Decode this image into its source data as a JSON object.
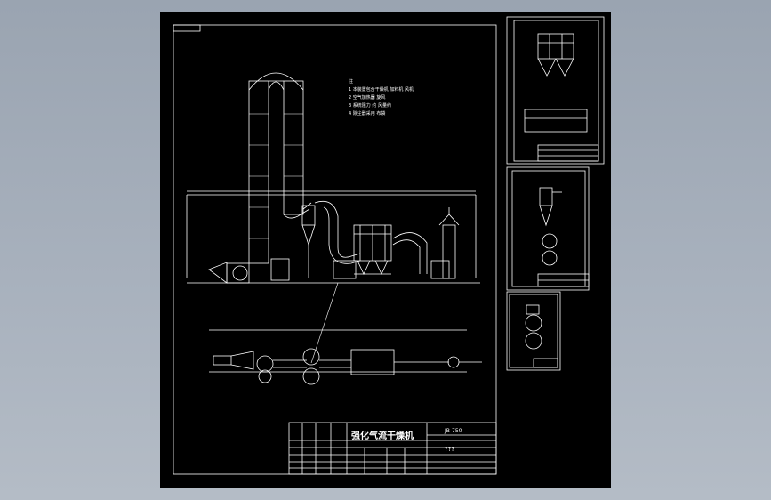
{
  "main_sheet": {
    "notes_heading": "注",
    "notes": [
      "1 本装置包含干燥机 加料机 风机",
      "2 空气加热器 旋风",
      "3 系统阻力 约 风量约",
      "4 除尘器采用 布袋"
    ],
    "title": "强化气流干燥机",
    "drawing_no": "JB-750",
    "subtitle": "???"
  },
  "colors": {
    "background": "#000000",
    "line": "#ffffff",
    "outer": "#a7b0bc"
  }
}
